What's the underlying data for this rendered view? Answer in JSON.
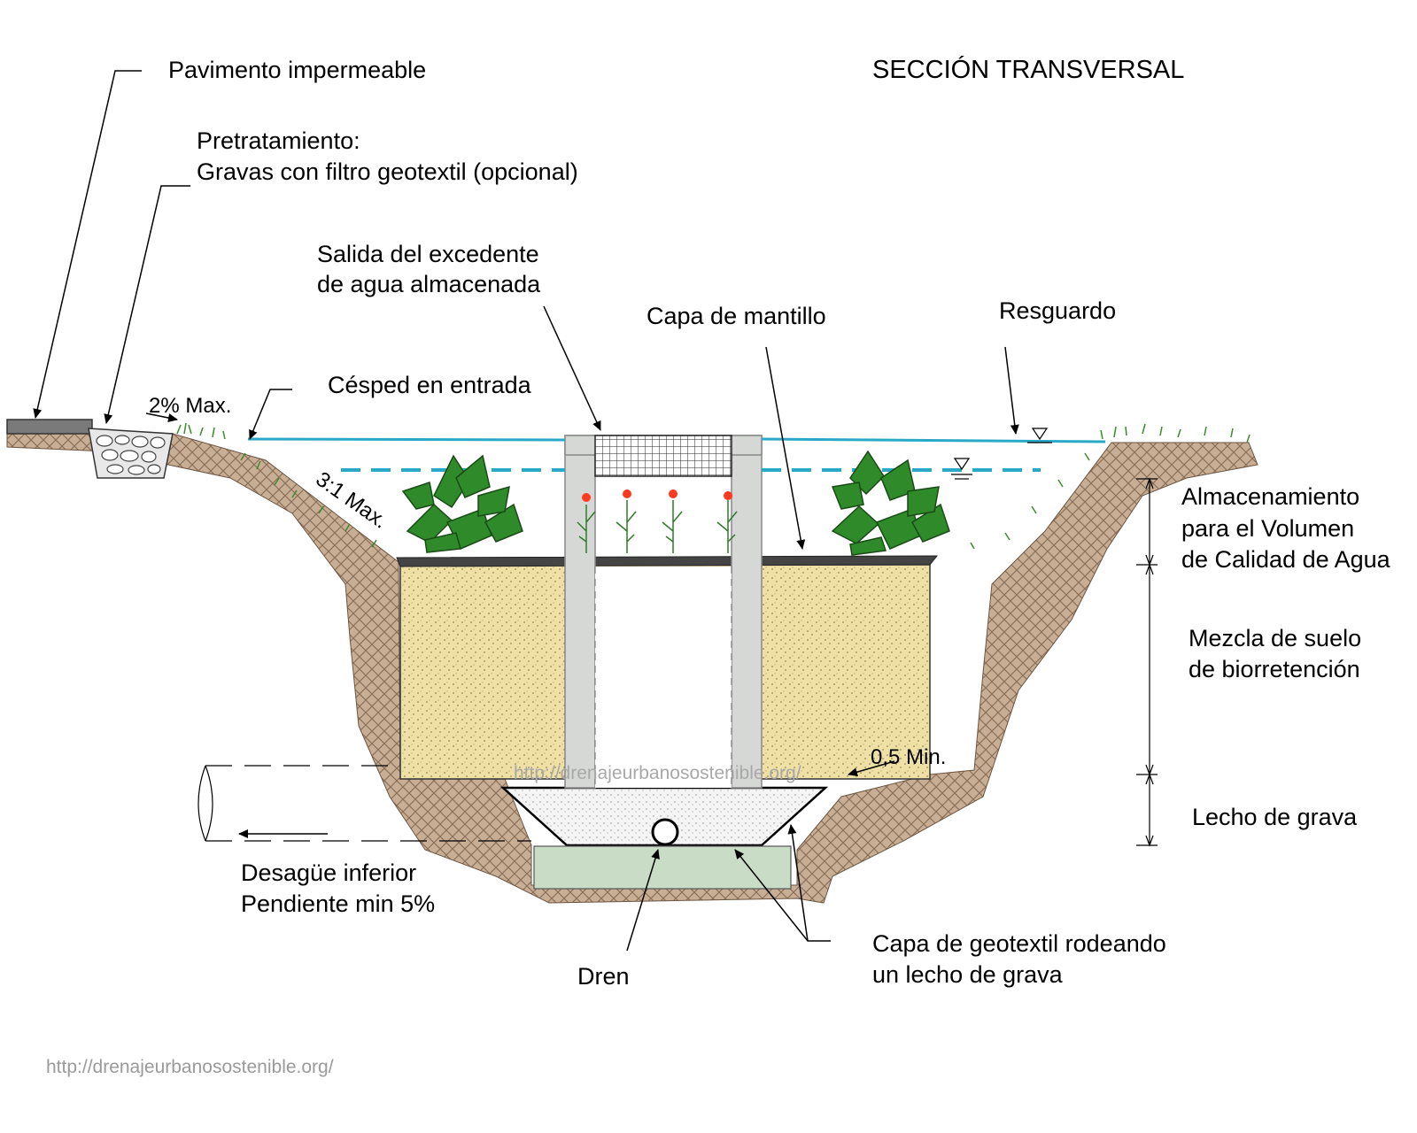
{
  "title": "SECCIÓN TRANSVERSAL",
  "labels": {
    "pavimento": "Pavimento impermeable",
    "pretratamiento_1": "Pretratamiento:",
    "pretratamiento_2": "Gravas con filtro geotextil (opcional)",
    "salida_1": "Salida del excedente",
    "salida_2": "de agua almacenada",
    "mantillo": "Capa de mantillo",
    "resguardo": "Resguardo",
    "cesped": "Césped en entrada",
    "pendiente_entrada": "2% Max.",
    "talud": "3:1 Max.",
    "almacenamiento_1": "Almacenamiento",
    "almacenamiento_2": "para el Volumen",
    "almacenamiento_3": "de Calidad de Agua",
    "mezcla_1": "Mezcla de suelo",
    "mezcla_2": "de biorretención",
    "minimo": "0,5 Min.",
    "lecho": "Lecho de grava",
    "desague_1": "Desagüe inferior",
    "desague_2": "Pendiente min 5%",
    "dren": "Dren",
    "geotextil_1": "Capa de geotextil rodeando",
    "geotextil_2": " un lecho de grava"
  },
  "watermark": "http://drenajeurbanosostenible.org/",
  "watermark_center": "http://drenajeurbanosostenible.org/",
  "colors": {
    "soil": "#c8ae95",
    "bio_soil": "#efe0a6",
    "water": "#2aa8c8",
    "plant": "#2f8a2a",
    "gravel_bed": "#f2f2f2",
    "base": "#c9dcc6",
    "flower": "#ff3a1e"
  }
}
